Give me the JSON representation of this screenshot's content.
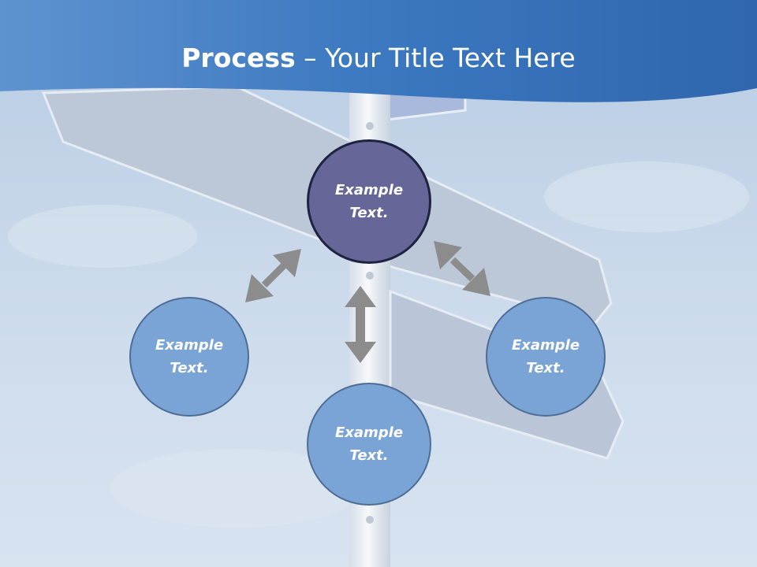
{
  "title": {
    "bold": "Process",
    "dash": " – ",
    "rest": "Your Title Text Here"
  },
  "nodes": {
    "center": "Example\nText.",
    "left": "Example\nText.",
    "right": "Example\nText.",
    "bottom": "Example\nText."
  },
  "colors": {
    "header_blue": "#3a78c1",
    "center_node": "#666699",
    "sub_node": "#7ba4d6",
    "arrow": "#8c8c8c"
  }
}
